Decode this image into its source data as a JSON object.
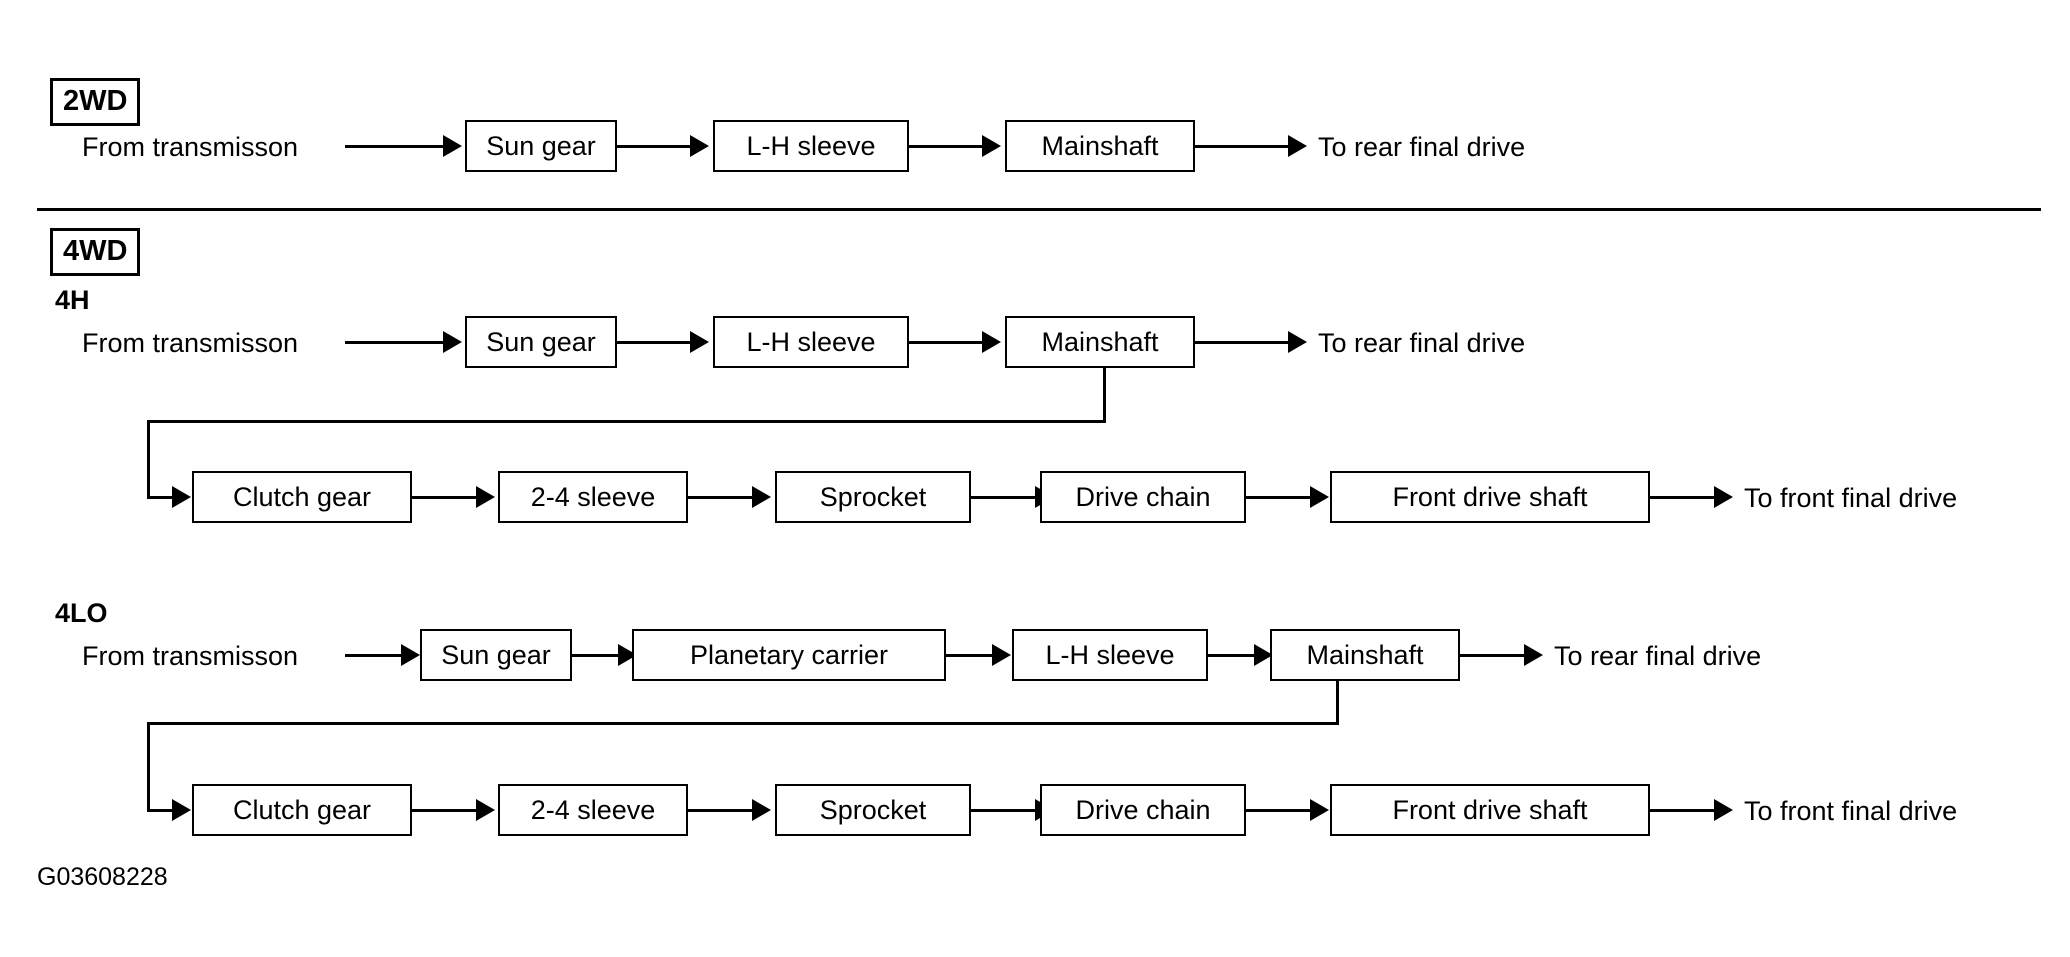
{
  "figure": {
    "id_label": "G03608228",
    "ink_color": "#000000",
    "background_color": "#ffffff"
  },
  "sections": [
    {
      "tag": "2WD",
      "sub_label": "",
      "rows": [
        {
          "source_label": "From transmisson",
          "boxes": [
            "Sun gear",
            "L-H sleeve",
            "Mainshaft"
          ],
          "destination_label": "To rear final drive"
        }
      ]
    },
    {
      "tag": "4WD",
      "sub_label": "4H",
      "rows": [
        {
          "source_label": "From transmisson",
          "boxes": [
            "Sun gear",
            "L-H sleeve",
            "Mainshaft"
          ],
          "destination_label": "To rear final drive"
        },
        {
          "source_label": "",
          "boxes": [
            "Clutch gear",
            "2-4 sleeve",
            "Sprocket",
            "Drive chain",
            "Front drive shaft"
          ],
          "destination_label": "To front final drive"
        }
      ]
    },
    {
      "tag": "",
      "sub_label": "4LO",
      "rows": [
        {
          "source_label": "From transmisson",
          "boxes": [
            "Sun gear",
            "Planetary carrier",
            "L-H sleeve",
            "Mainshaft"
          ],
          "destination_label": "To rear final drive"
        },
        {
          "source_label": "",
          "boxes": [
            "Clutch gear",
            "2-4 sleeve",
            "Sprocket",
            "Drive chain",
            "Front drive shaft"
          ],
          "destination_label": "To front final drive"
        }
      ]
    }
  ],
  "labels": {
    "tag_2wd": "2WD",
    "tag_4wd": "4WD",
    "sub_4h": "4H",
    "sub_4lo": "4LO",
    "from_transmission": "From transmisson",
    "to_rear_final_drive": "To rear final drive",
    "to_front_final_drive": "To front final drive",
    "sun_gear": "Sun gear",
    "lh_sleeve": "L-H sleeve",
    "mainshaft": "Mainshaft",
    "clutch_gear": "Clutch gear",
    "sleeve_2_4": "2-4 sleeve",
    "sprocket": "Sprocket",
    "drive_chain": "Drive chain",
    "front_drive_shaft": "Front drive shaft",
    "planetary_carrier": "Planetary carrier",
    "figure_id": "G03608228"
  }
}
